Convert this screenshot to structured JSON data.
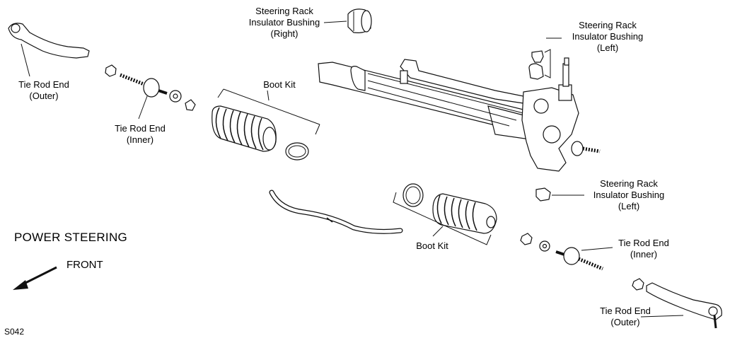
{
  "diagram": {
    "title": "POWER STEERING",
    "direction_label": "FRONT",
    "figure_code": "S042",
    "labels": {
      "insulator_bushing_right": "Steering Rack\nInsulator Bushing\n(Right)",
      "insulator_bushing_left_upper": "Steering Rack\nInsulator Bushing\n(Left)",
      "insulator_bushing_left_lower": "Steering Rack\nInsulator Bushing\n(Left)",
      "tie_rod_end_outer_left": "Tie Rod End\n(Outer)",
      "tie_rod_end_inner_left": "Tie Rod End\n(Inner)",
      "boot_kit_upper": "Boot Kit",
      "boot_kit_lower": "Boot Kit",
      "tie_rod_end_inner_right": "Tie Rod End\n(Inner)",
      "tie_rod_end_outer_right": "Tie Rod End\n(Outer)"
    }
  }
}
